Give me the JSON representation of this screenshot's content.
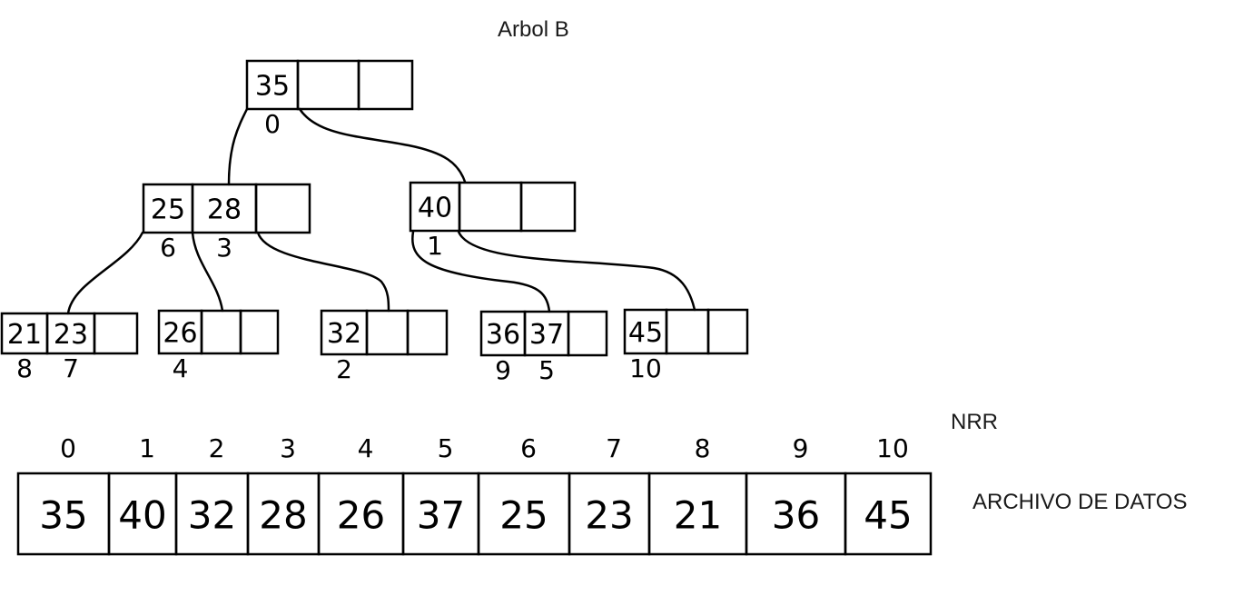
{
  "title": "Arbol B",
  "tree": {
    "nodes": [
      {
        "id": "root",
        "keys": [
          "35",
          "",
          ""
        ],
        "nrr": [
          "0",
          "",
          ""
        ]
      },
      {
        "id": "n-25-28",
        "keys": [
          "25",
          "28",
          ""
        ],
        "nrr": [
          "6",
          "3",
          ""
        ]
      },
      {
        "id": "n-40",
        "keys": [
          "40",
          "",
          ""
        ],
        "nrr": [
          "1",
          "",
          ""
        ]
      },
      {
        "id": "leaf-21-23",
        "keys": [
          "21",
          "23",
          ""
        ],
        "nrr": [
          "8",
          "7",
          ""
        ]
      },
      {
        "id": "leaf-26",
        "keys": [
          "26",
          "",
          ""
        ],
        "nrr": [
          "4",
          "",
          ""
        ]
      },
      {
        "id": "leaf-32",
        "keys": [
          "32",
          "",
          ""
        ],
        "nrr": [
          "2",
          "",
          ""
        ]
      },
      {
        "id": "leaf-36-37",
        "keys": [
          "36",
          "37",
          ""
        ],
        "nrr": [
          "9",
          "5",
          ""
        ]
      },
      {
        "id": "leaf-45",
        "keys": [
          "45",
          "",
          ""
        ],
        "nrr": [
          "10",
          "",
          ""
        ]
      }
    ],
    "edges": [
      {
        "from": "root",
        "to": "n-25-28"
      },
      {
        "from": "root",
        "to": "n-40"
      },
      {
        "from": "n-25-28",
        "to": "leaf-21-23"
      },
      {
        "from": "n-25-28",
        "to": "leaf-26"
      },
      {
        "from": "n-25-28",
        "to": "leaf-32"
      },
      {
        "from": "n-40",
        "to": "leaf-36-37"
      },
      {
        "from": "n-40",
        "to": "leaf-45"
      }
    ]
  },
  "data_file": {
    "nrr_label": "NRR",
    "label": "ARCHIVO DE DATOS",
    "indices": [
      "0",
      "1",
      "2",
      "3",
      "4",
      "5",
      "6",
      "7",
      "8",
      "9",
      "10"
    ],
    "values": [
      "35",
      "40",
      "32",
      "28",
      "26",
      "37",
      "25",
      "23",
      "21",
      "36",
      "45"
    ]
  }
}
